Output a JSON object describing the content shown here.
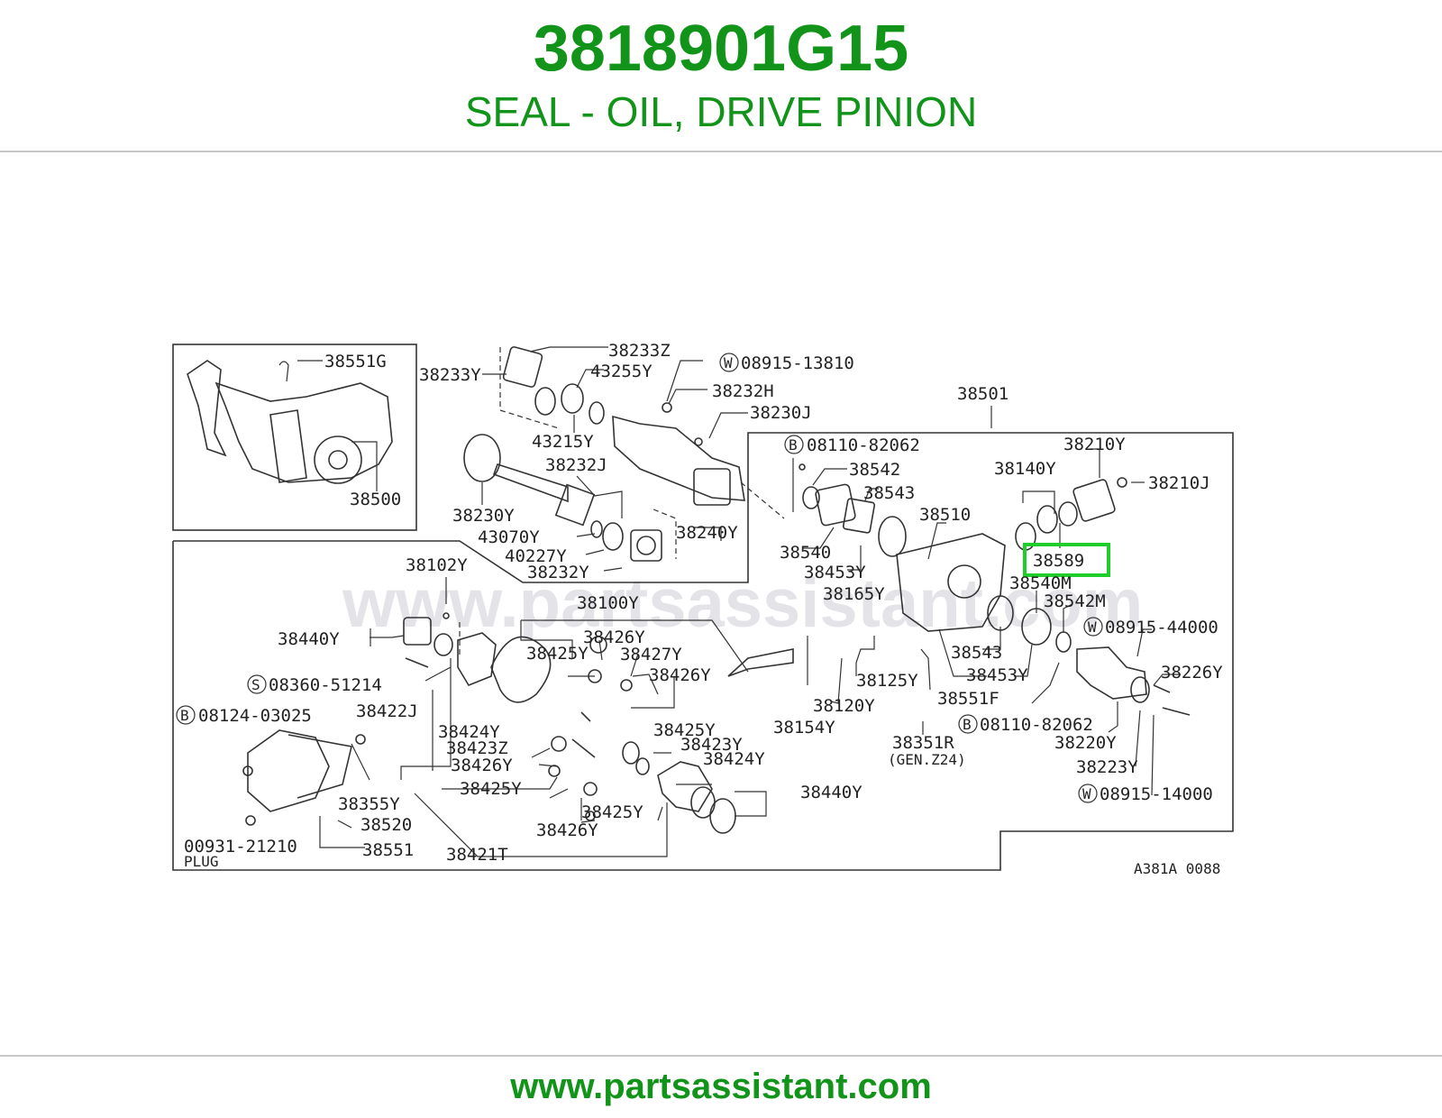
{
  "header": {
    "part_number": "3818901G15",
    "part_description": "SEAL - OIL, DRIVE PINION"
  },
  "diagram": {
    "watermark": "www.partsassistant.com",
    "code": "A381A 0088",
    "highlighted_part": "38589",
    "labels": {
      "l38551G": "38551G",
      "l38500": "38500",
      "l38233Y": "38233Y",
      "l38233Z": "38233Z",
      "l43255Y": "43255Y",
      "l43215Y": "43215Y",
      "w0891513810": "08915-13810",
      "l38232H": "38232H",
      "l38230J": "38230J",
      "l38230Y": "38230Y",
      "l38232J": "38232J",
      "l43070Y": "43070Y",
      "l40227Y": "40227Y",
      "l38232Y": "38232Y",
      "l38240Y": "38240Y",
      "l38501": "38501",
      "b0811082062a": "08110-82062",
      "l38542": "38542",
      "l38543a": "38543",
      "l38510": "38510",
      "l38540": "38540",
      "l38453Ya": "38453Y",
      "l38165Y": "38165Y",
      "l38210Y": "38210Y",
      "l38140Y": "38140Y",
      "l38210J": "38210J",
      "l38589": "38589",
      "l38540M": "38540M",
      "l38542M": "38542M",
      "w0891544000": "08915-44000",
      "l38543b": "38543",
      "l38453Yb": "38453Y",
      "l38226Y": "38226Y",
      "l38551F": "38551F",
      "b0811082062b": "08110-82062",
      "l38220Y": "38220Y",
      "l38223Y": "38223Y",
      "w0891514000": "08915-14000",
      "l38125Y": "38125Y",
      "l38120Y": "38120Y",
      "l38154Y": "38154Y",
      "l38351R": "38351R",
      "gen": "(GEN.Z24)",
      "l38102Y": "38102Y",
      "l38100Y": "38100Y",
      "l38440Ya": "38440Y",
      "l38426Ya": "38426Y",
      "l38425Ya": "38425Y",
      "l38427Y": "38427Y",
      "l38426Yb": "38426Y",
      "s0836051214": "08360-51214",
      "l38422J": "38422J",
      "b0812403025": "08124-03025",
      "l38424Ya": "38424Y",
      "l38425Yb": "38425Y",
      "l38423Z": "38423Z",
      "l38423Y": "38423Y",
      "l38426Yc": "38426Y",
      "l38424Yb": "38424Y",
      "l38425Yc": "38425Y",
      "l38440Yb": "38440Y",
      "l38425Yd": "38425Y",
      "l38426Yd": "38426Y",
      "l38355Y": "38355Y",
      "l38520": "38520",
      "plug_no": "00931-21210",
      "plug": "PLUG",
      "l38551": "38551",
      "l38421T": "38421T"
    },
    "prefixes": {
      "B": "B",
      "W": "W",
      "S": "S"
    }
  },
  "footer": {
    "url": "www.partsassistant.com"
  },
  "colors": {
    "brand_green": "#12941a",
    "highlight_green": "#1fce2a"
  }
}
